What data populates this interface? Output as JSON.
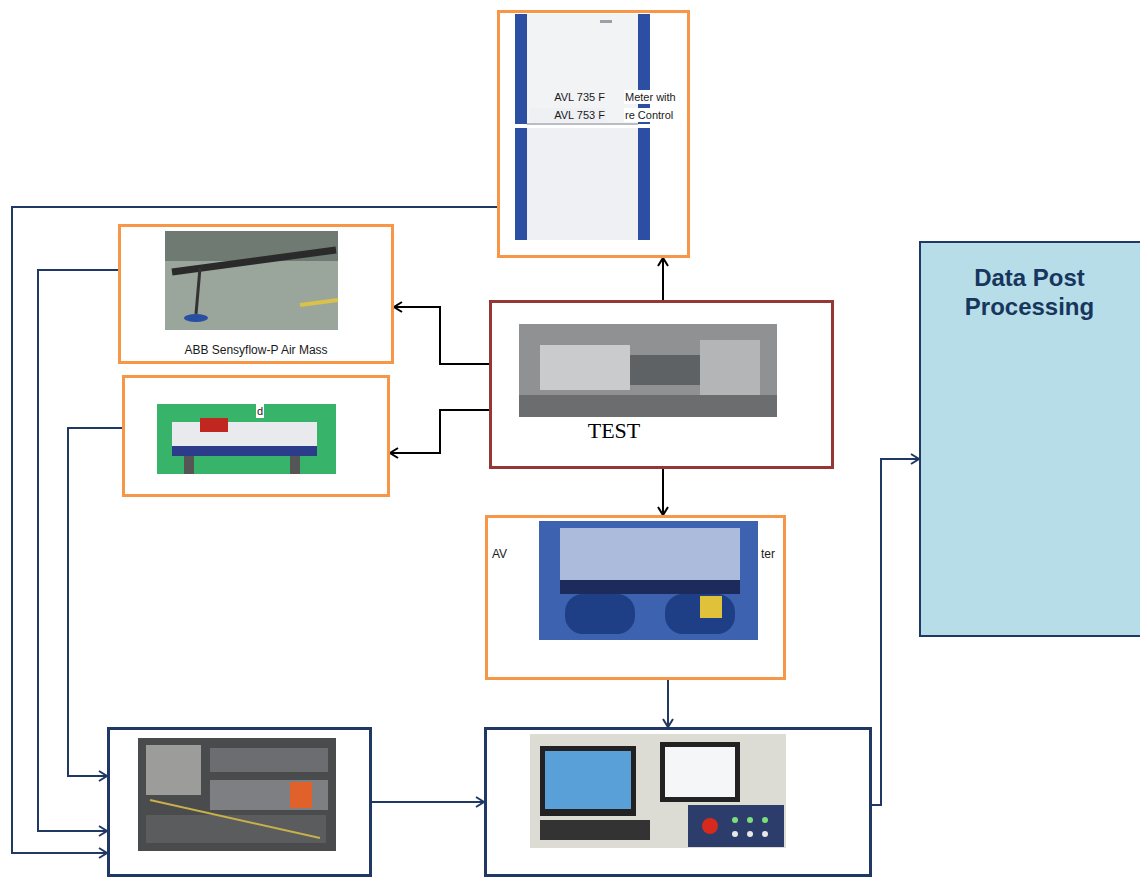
{
  "diagram": {
    "nodes": [
      {
        "text": [
          "AVL 735 F",
          "Meter with",
          "AVL 753 F",
          "re Control"
        ]
      },
      {
        "text": [
          "ABB Sensyflow-P Air Mass"
        ]
      },
      {
        "text": [
          "d"
        ]
      },
      {
        "text": [
          "TEST"
        ]
      },
      {
        "text": [
          "AV",
          "ter"
        ]
      },
      {
        "text": [
          "Data Post Processing"
        ]
      },
      {
        "text": []
      },
      {
        "text": []
      }
    ],
    "edges": [
      {
        "from": 3,
        "to": 0,
        "arrow": "to"
      },
      {
        "from": 3,
        "to": 1,
        "arrow": "to"
      },
      {
        "from": 3,
        "to": 2,
        "arrow": "to"
      },
      {
        "from": 3,
        "to": 4,
        "arrow": "to"
      },
      {
        "from": 0,
        "to": 6,
        "arrow": "to"
      },
      {
        "from": 1,
        "to": 6,
        "arrow": "to"
      },
      {
        "from": 2,
        "to": 6,
        "arrow": "to"
      },
      {
        "from": 6,
        "to": 7,
        "arrow": "to"
      },
      {
        "from": 4,
        "to": 7,
        "arrow": "to"
      },
      {
        "from": 7,
        "to": 5,
        "arrow": "to"
      }
    ]
  }
}
